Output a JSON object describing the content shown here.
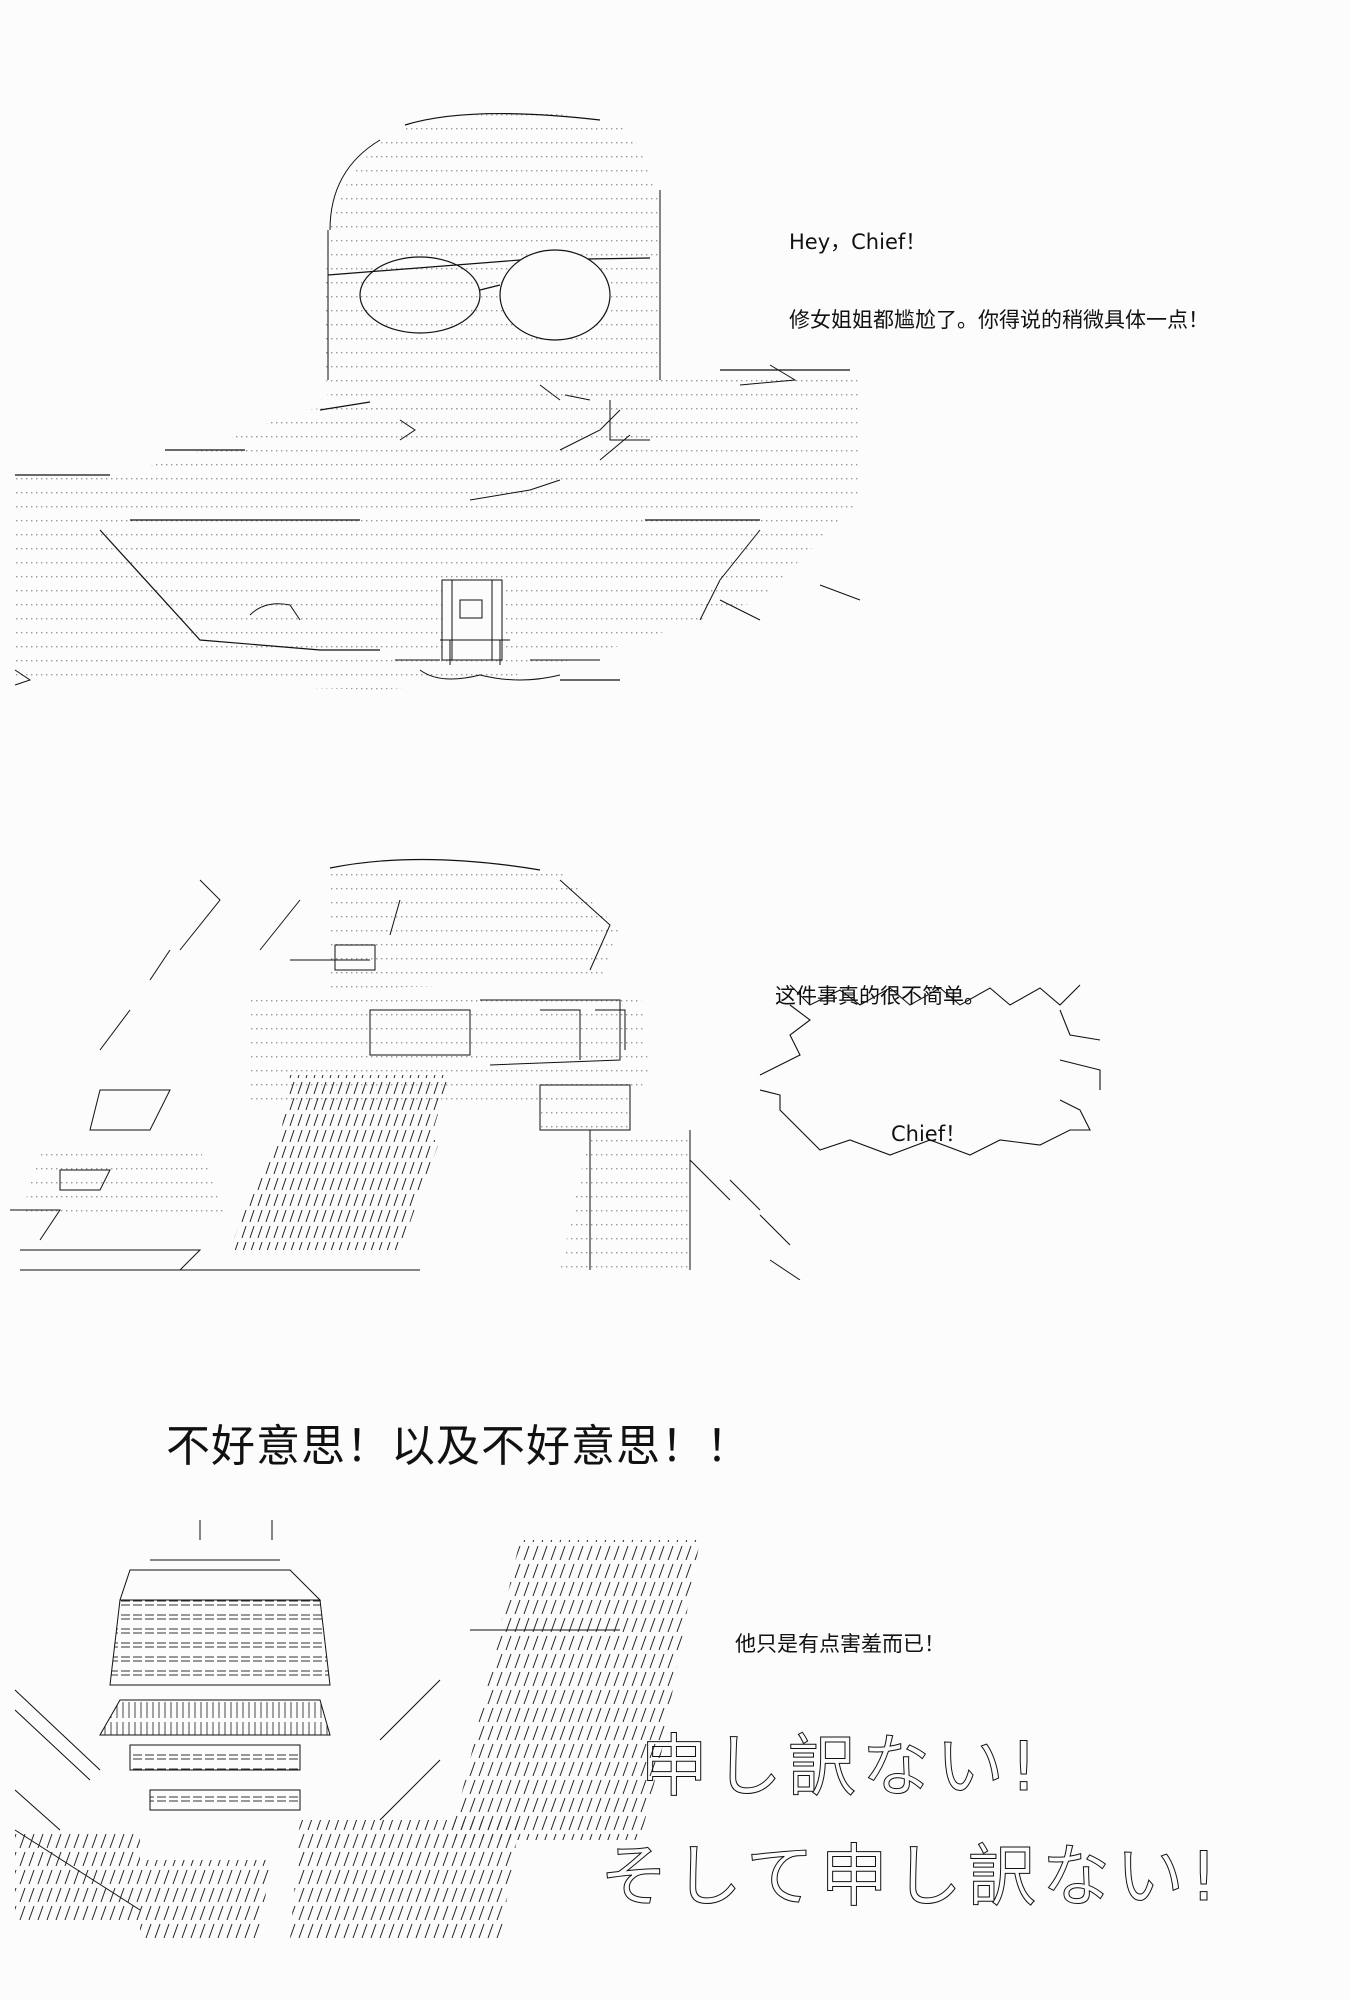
{
  "panel1": {
    "line1": "Hey，Chief！",
    "line2": "修女姐姐都尴尬了。你得说的稍微具体一点！"
  },
  "panel2": {
    "line1": "这件事真的很不简单。",
    "burst": "Chief！"
  },
  "panel3": {
    "headline": "不好意思！以及不好意思！！",
    "line1": "他只是有点害羞而已！",
    "sfx1": "申し訳ない!",
    "sfx2": "そして申し訳ない!"
  },
  "colors": {
    "ink": "#111111",
    "dots": "#9a9a9a",
    "paper": "#fcfcfc"
  },
  "icons": [
    "ascii-art-sunglasses-man",
    "ascii-art-hurrying-figure",
    "ascii-art-bowing-figure"
  ]
}
